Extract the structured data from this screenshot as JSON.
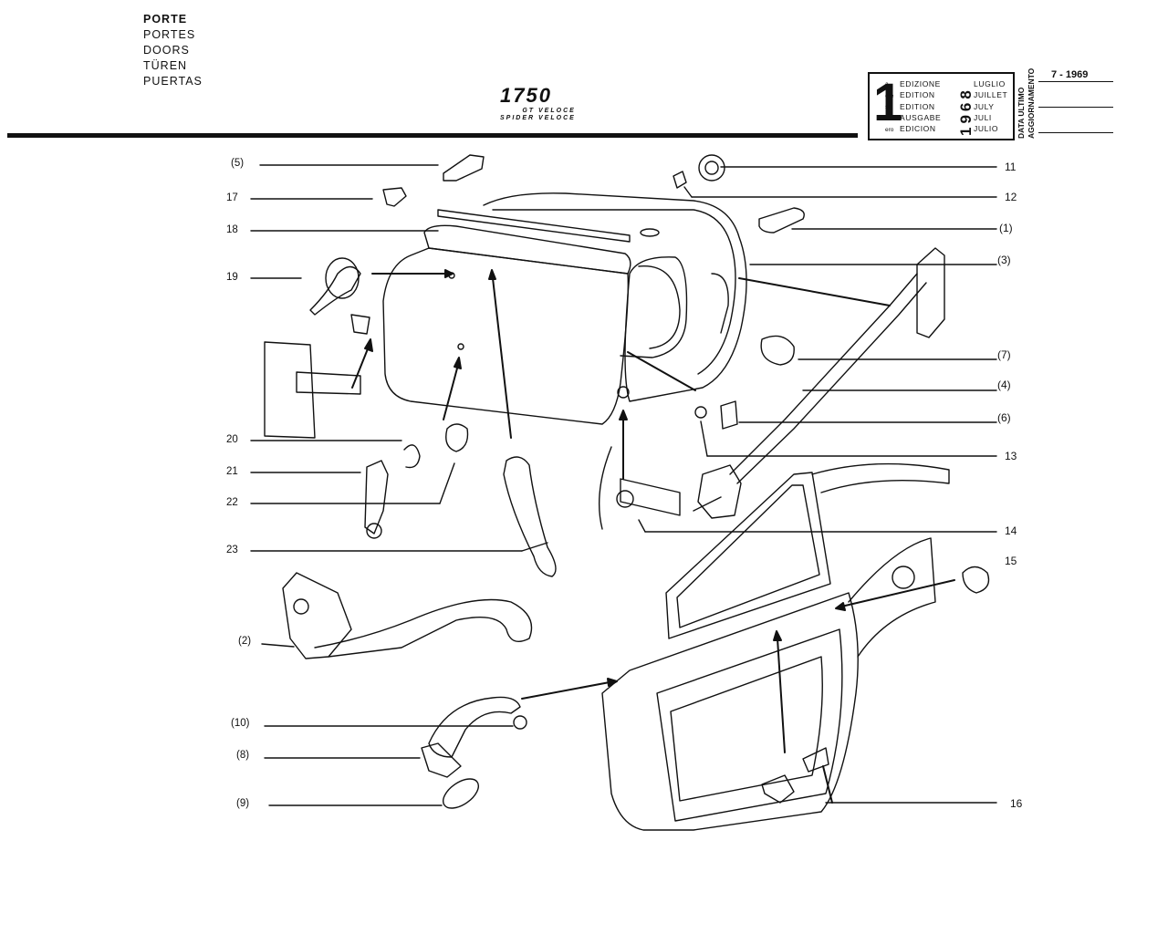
{
  "header": {
    "titles": [
      "PORTE",
      "PORTES",
      "DOORS",
      "TÜREN",
      "PUERTAS"
    ],
    "model": "1750",
    "model_sub": [
      "GT VELOCE",
      "SPIDER VELOCE"
    ]
  },
  "edition_box": {
    "number": "1",
    "suffixes": [
      "a",
      "ere",
      "st",
      ".",
      "ero"
    ],
    "labels": [
      "EDIZIONE",
      "EDITION",
      "EDITION",
      "AUSGABE",
      "EDICION"
    ],
    "year": "1968",
    "months": [
      "LUGLIO",
      "JUILLET",
      "JULY",
      "JULI",
      "JULIO"
    ]
  },
  "last_update": {
    "caption_line1": "DATA ULTIMO",
    "caption_line2": "AGGIORNAMENTO",
    "date": "7 - 1969"
  },
  "callouts_left": [
    "(5)",
    "17",
    "18",
    "19",
    "20",
    "21",
    "22",
    "23",
    "(2)",
    "(10)",
    "(8)",
    "(9)"
  ],
  "callouts_right": [
    "11",
    "12",
    "(1)",
    "(3)",
    "(7)",
    "(4)",
    "(6)",
    "13",
    "14",
    "15",
    "16"
  ]
}
